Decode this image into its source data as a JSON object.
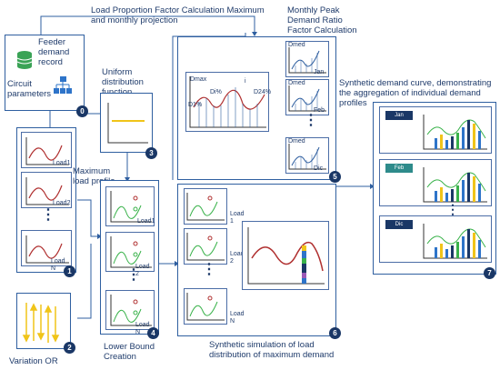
{
  "titles": {
    "top": "Load Proportion Factor Calculation Maximum and monthly projection",
    "monthly": "Monthly Peak Demand Ratio Factor Calculation",
    "synthetic_curve": "Synthetic demand curve, demonstrating the aggregation of individual demand profiles",
    "synthetic_sim": "Synthetic simulation of load distribution of maximum demand"
  },
  "box0": {
    "feeder": "Feeder demand record",
    "circuit": "Circuit parameters",
    "badge": "0"
  },
  "box1": {
    "loads": [
      "Load1",
      "Load2",
      "Load N"
    ],
    "badge": "1",
    "side_label": "Maximum load profile"
  },
  "box2": {
    "label": "Variation OR",
    "badge": "2"
  },
  "box3": {
    "label": "Uniform distribution function",
    "badge": "3"
  },
  "box4": {
    "loads": [
      "Load1",
      "Load 2",
      "Load N"
    ],
    "badge": "4",
    "label": "Lower Bound Creation"
  },
  "box5": {
    "dmax": "Dmax",
    "d1": "D1%",
    "di": "Di%",
    "i": "i",
    "d24": "D24%",
    "months": [
      {
        "dmed": "Dmed",
        "name": "Jan"
      },
      {
        "dmed": "Dmed",
        "name": "Feb"
      },
      {
        "dmed": "Dmed",
        "name": "Dic"
      }
    ],
    "badge": "5"
  },
  "box6": {
    "loads": [
      "Load 1",
      "Load 2",
      "Load N"
    ],
    "badge": "6"
  },
  "box7": {
    "months": [
      "Jan",
      "Feb",
      "Dic"
    ],
    "badge": "7"
  },
  "colors": {
    "frame": "#2f5fa0",
    "badge": "#1a3766",
    "curve": "#b03030",
    "green": "#39b24a",
    "yellow": "#f0c419"
  },
  "ellipsis": "⋮"
}
